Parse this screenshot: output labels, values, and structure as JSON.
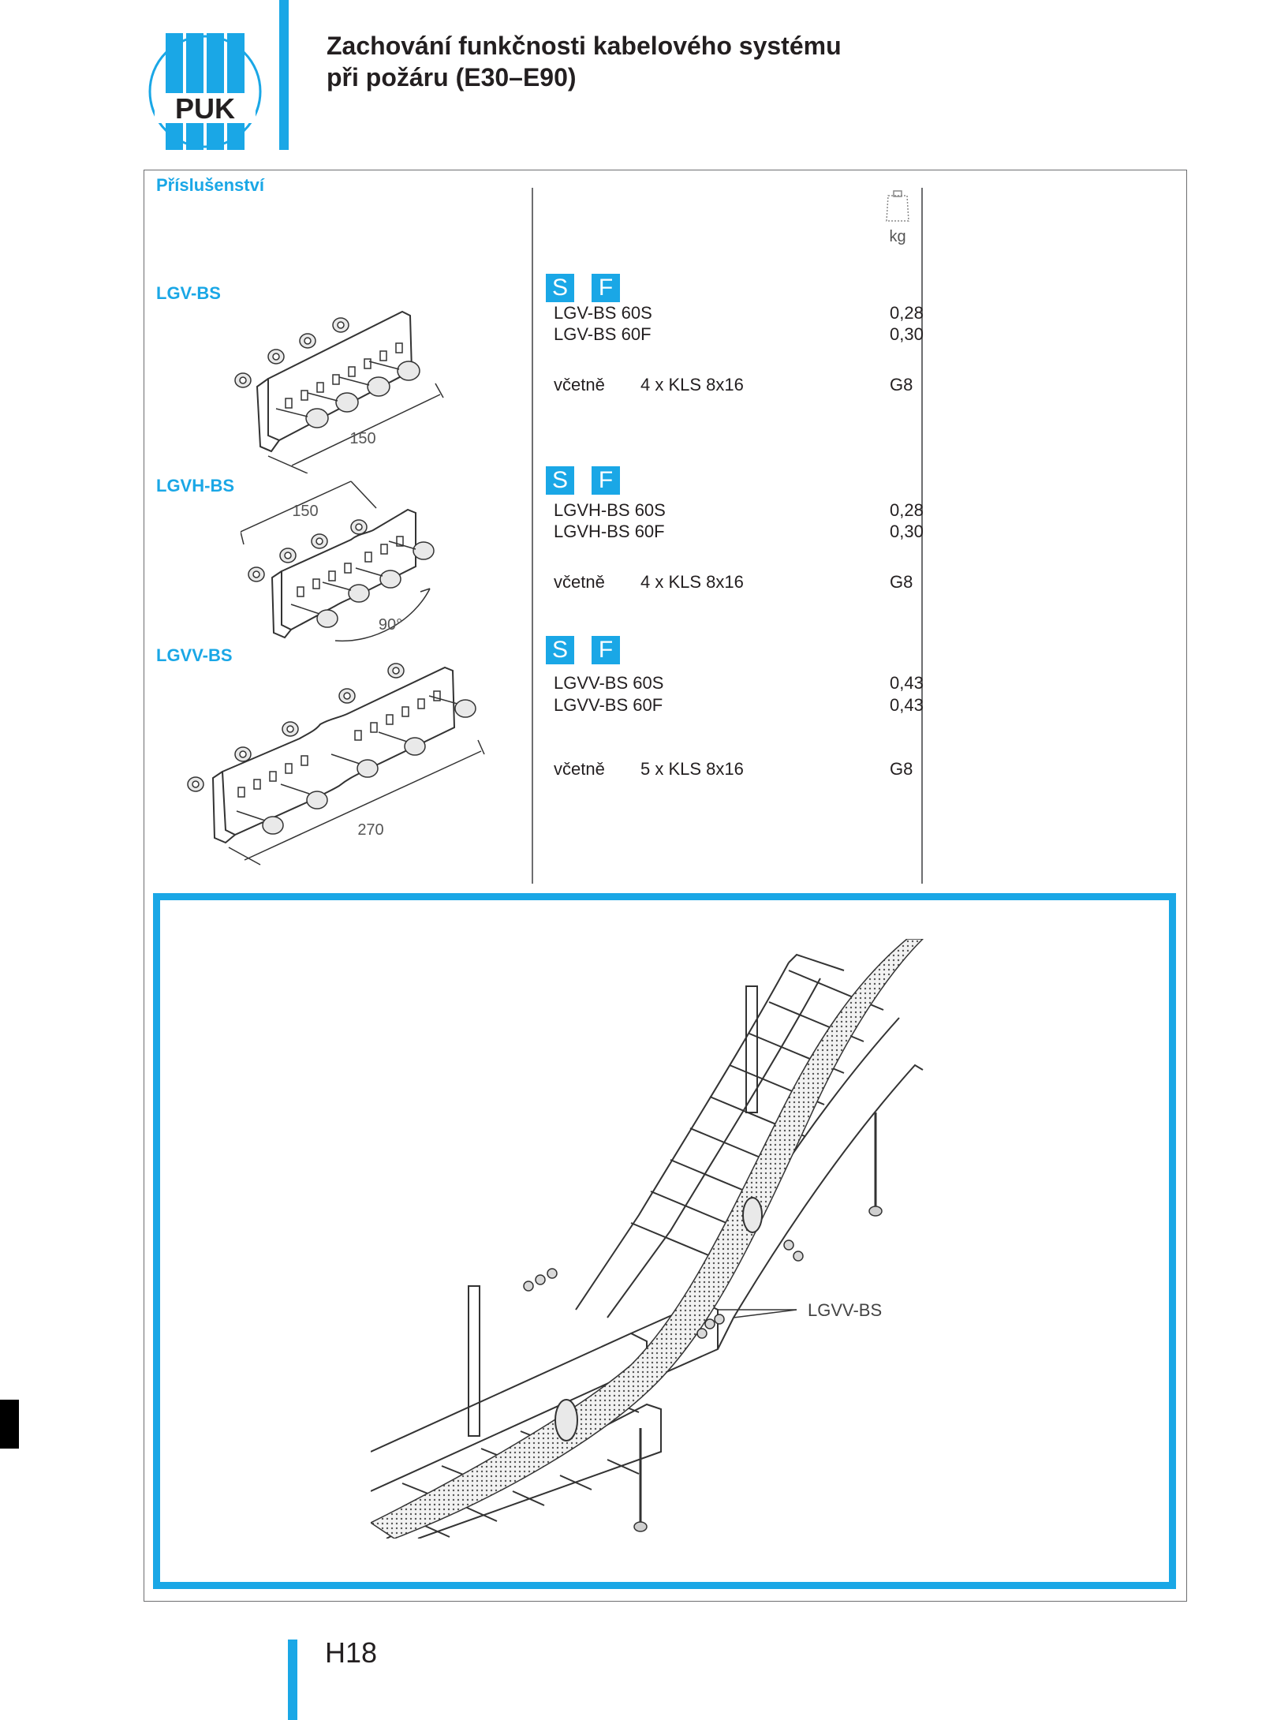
{
  "header": {
    "logo_text": "PUK",
    "title_line1": "Zachování funkčnosti kabelového systému",
    "title_line2": "při požáru (E30–E90)"
  },
  "section": {
    "title": "Příslušenství",
    "weight_unit": "kg"
  },
  "colors": {
    "accent": "#1aa7e6",
    "text": "#231f20",
    "frame": "#6d6e70"
  },
  "products": [
    {
      "label": "LGV-BS",
      "badges": [
        "S",
        "F"
      ],
      "rows": [
        {
          "name": "LGV-BS 60S",
          "weight": "0,28"
        },
        {
          "name": "LGV-BS 60F",
          "weight": "0,30"
        }
      ],
      "including_label": "včetně",
      "including_part": "4 x KLS 8x16",
      "including_grade": "G8",
      "dimension": "150"
    },
    {
      "label": "LGVH-BS",
      "badges": [
        "S",
        "F"
      ],
      "rows": [
        {
          "name": "LGVH-BS 60S",
          "weight": "0,28"
        },
        {
          "name": "LGVH-BS 60F",
          "weight": "0,30"
        }
      ],
      "including_label": "včetně",
      "including_part": "4 x KLS 8x16",
      "including_grade": "G8",
      "dimension": "150",
      "angle": "90°"
    },
    {
      "label": "LGVV-BS",
      "badges": [
        "S",
        "F"
      ],
      "rows": [
        {
          "name": "LGVV-BS 60S",
          "weight": "0,43"
        },
        {
          "name": "LGVV-BS 60F",
          "weight": "0,43"
        }
      ],
      "including_label": "včetně",
      "including_part": "5 x KLS 8x16",
      "including_grade": "G8",
      "dimension": "270"
    }
  ],
  "illustration": {
    "callout": "LGVV-BS"
  },
  "footer": {
    "page_number": "H18"
  }
}
